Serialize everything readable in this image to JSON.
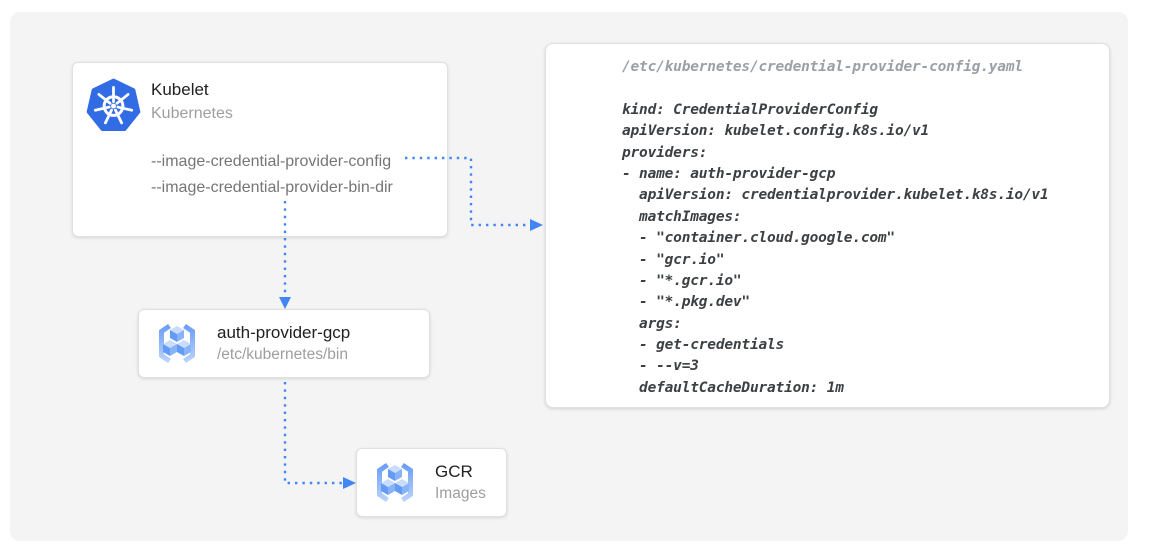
{
  "colors": {
    "accent_blue": "#4285f4",
    "k8s_blue": "#326ce5",
    "panel_gray": "#f4f4f5"
  },
  "kubelet_card": {
    "icon": "kubernetes-helm-logo",
    "title": "Kubelet",
    "subtitle": "Kubernetes",
    "flags": [
      "--image-credential-provider-config",
      "--image-credential-provider-bin-dir"
    ]
  },
  "auth_provider_card": {
    "icon": "container-registry-icon",
    "title": "auth-provider-gcp",
    "subtitle": "/etc/kubernetes/bin"
  },
  "gcr_card": {
    "icon": "container-registry-icon",
    "title": "GCR",
    "subtitle": "Images"
  },
  "config_file": {
    "path": "/etc/kubernetes/credential-provider-config.yaml",
    "lines": [
      "kind: CredentialProviderConfig",
      "apiVersion: kubelet.config.k8s.io/v1",
      "providers:",
      "- name: auth-provider-gcp",
      "  apiVersion: credentialprovider.kubelet.k8s.io/v1",
      "  matchImages:",
      "  - \"container.cloud.google.com\"",
      "  - \"gcr.io\"",
      "  - \"*.gcr.io\"",
      "  - \"*.pkg.dev\"",
      "  args:",
      "  - get-credentials",
      "  - --v=3",
      "  defaultCacheDuration: 1m"
    ]
  }
}
